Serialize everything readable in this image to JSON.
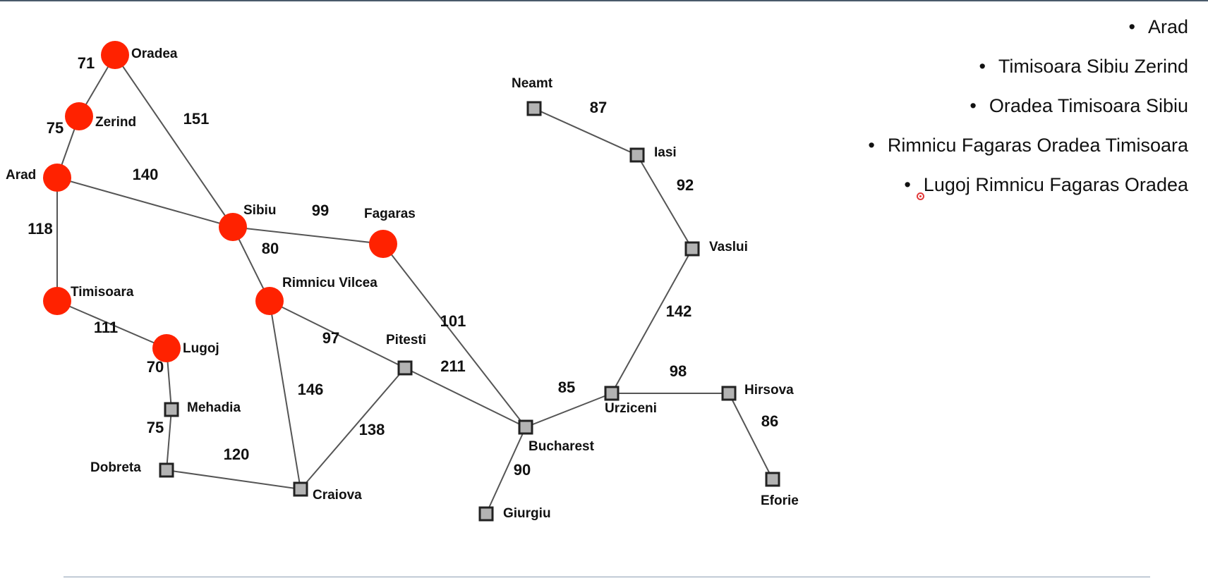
{
  "colors": {
    "explored_node": "#ff2200",
    "unexplored_node_fill": "#b3b3b3",
    "unexplored_node_border": "#222222",
    "edge": "#555555",
    "cursor": "#e23a3a"
  },
  "nodes": [
    {
      "id": "oradea",
      "name": "Oradea",
      "explored": true
    },
    {
      "id": "zerind",
      "name": "Zerind",
      "explored": true
    },
    {
      "id": "arad",
      "name": "Arad",
      "explored": true
    },
    {
      "id": "sibiu",
      "name": "Sibiu",
      "explored": true
    },
    {
      "id": "fagaras",
      "name": "Fagaras",
      "explored": true
    },
    {
      "id": "timisoara",
      "name": "Timisoara",
      "explored": true
    },
    {
      "id": "rimnicu",
      "name": "Rimnicu Vilcea",
      "explored": true
    },
    {
      "id": "lugoj",
      "name": "Lugoj",
      "explored": true
    },
    {
      "id": "mehadia",
      "name": "Mehadia",
      "explored": false
    },
    {
      "id": "dobreta",
      "name": "Dobreta",
      "explored": false
    },
    {
      "id": "craiova",
      "name": "Craiova",
      "explored": false
    },
    {
      "id": "pitesti",
      "name": "Pitesti",
      "explored": false
    },
    {
      "id": "bucharest",
      "name": "Bucharest",
      "explored": false
    },
    {
      "id": "giurgiu",
      "name": "Giurgiu",
      "explored": false
    },
    {
      "id": "urziceni",
      "name": "Urziceni",
      "explored": false
    },
    {
      "id": "hirsova",
      "name": "Hirsova",
      "explored": false
    },
    {
      "id": "eforie",
      "name": "Eforie",
      "explored": false
    },
    {
      "id": "vaslui",
      "name": "Vaslui",
      "explored": false
    },
    {
      "id": "iasi",
      "name": "Iasi",
      "explored": false
    },
    {
      "id": "neamt",
      "name": "Neamt",
      "explored": false
    }
  ],
  "edges": [
    {
      "from": "oradea",
      "to": "zerind",
      "distance": "71"
    },
    {
      "from": "zerind",
      "to": "arad",
      "distance": "75"
    },
    {
      "from": "oradea",
      "to": "sibiu",
      "distance": "151"
    },
    {
      "from": "arad",
      "to": "sibiu",
      "distance": "140"
    },
    {
      "from": "arad",
      "to": "timisoara",
      "distance": "118"
    },
    {
      "from": "timisoara",
      "to": "lugoj",
      "distance": "111"
    },
    {
      "from": "lugoj",
      "to": "mehadia",
      "distance": "70"
    },
    {
      "from": "mehadia",
      "to": "dobreta",
      "distance": "75"
    },
    {
      "from": "dobreta",
      "to": "craiova",
      "distance": "120"
    },
    {
      "from": "sibiu",
      "to": "fagaras",
      "distance": "99"
    },
    {
      "from": "sibiu",
      "to": "rimnicu",
      "distance": "80"
    },
    {
      "from": "rimnicu",
      "to": "pitesti",
      "distance": "97"
    },
    {
      "from": "rimnicu",
      "to": "craiova",
      "distance": "146"
    },
    {
      "from": "craiova",
      "to": "pitesti",
      "distance": "138"
    },
    {
      "from": "pitesti",
      "to": "bucharest",
      "distance": "101"
    },
    {
      "from": "fagaras",
      "to": "bucharest",
      "distance": "211"
    },
    {
      "from": "bucharest",
      "to": "giurgiu",
      "distance": "90"
    },
    {
      "from": "bucharest",
      "to": "urziceni",
      "distance": "85"
    },
    {
      "from": "urziceni",
      "to": "hirsova",
      "distance": "98"
    },
    {
      "from": "hirsova",
      "to": "eforie",
      "distance": "86"
    },
    {
      "from": "urziceni",
      "to": "vaslui",
      "distance": "142"
    },
    {
      "from": "vaslui",
      "to": "iasi",
      "distance": "92"
    },
    {
      "from": "iasi",
      "to": "neamt",
      "distance": "87"
    }
  ],
  "frontier_list": [
    "Arad",
    "Timisoara Sibiu Zerind",
    "Oradea Timisoara Sibiu",
    "Rimnicu Fagaras Oradea Timisoara",
    "Lugoj Rimnicu Fagaras Oradea"
  ],
  "bullet_glyph": "•"
}
